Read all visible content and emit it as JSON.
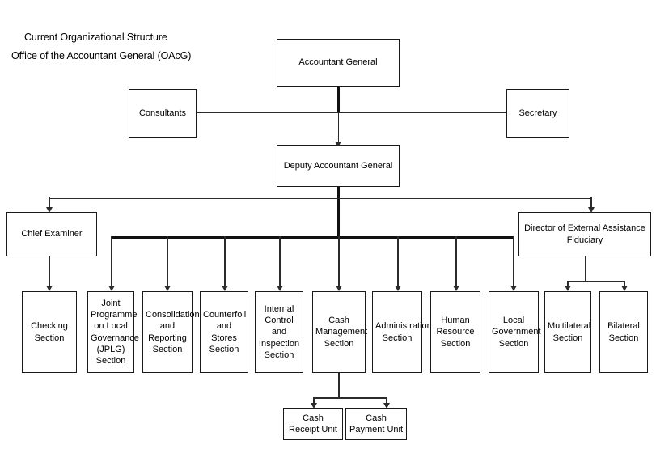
{
  "title": {
    "line1": "Current Organizational Structure",
    "line2": "Office of the Accountant General (OAcG)"
  },
  "nodes": {
    "accountant_general": "Accountant General",
    "consultants": "Consultants",
    "secretary": "Secretary",
    "deputy_accountant_general": "Deputy Accountant General",
    "chief_examiner": "Chief Examiner",
    "director_external_assistance": "Director of External Assistance Fiduciary",
    "checking_section": "Checking Section",
    "jplg_section": "Joint Programme on Local Governance (JPLG) Section",
    "consolidation_reporting_section": "Consolidation and Reporting Section",
    "counterfoil_stores_section": "Counterfoil and Stores Section",
    "internal_control_inspection_section": "Internal Control and Inspection Section",
    "cash_management_section": "Cash Management Section",
    "administration_section": "Administration Section",
    "human_resource_section": "Human Resource Section",
    "local_government_section": "Local Government Section",
    "multilateral_section": "Multilateral Section",
    "bilateral_section": "Bilateral Section",
    "cash_receipt_unit": "Cash Receipt Unit",
    "cash_payment_unit": "Cash Payment Unit"
  }
}
